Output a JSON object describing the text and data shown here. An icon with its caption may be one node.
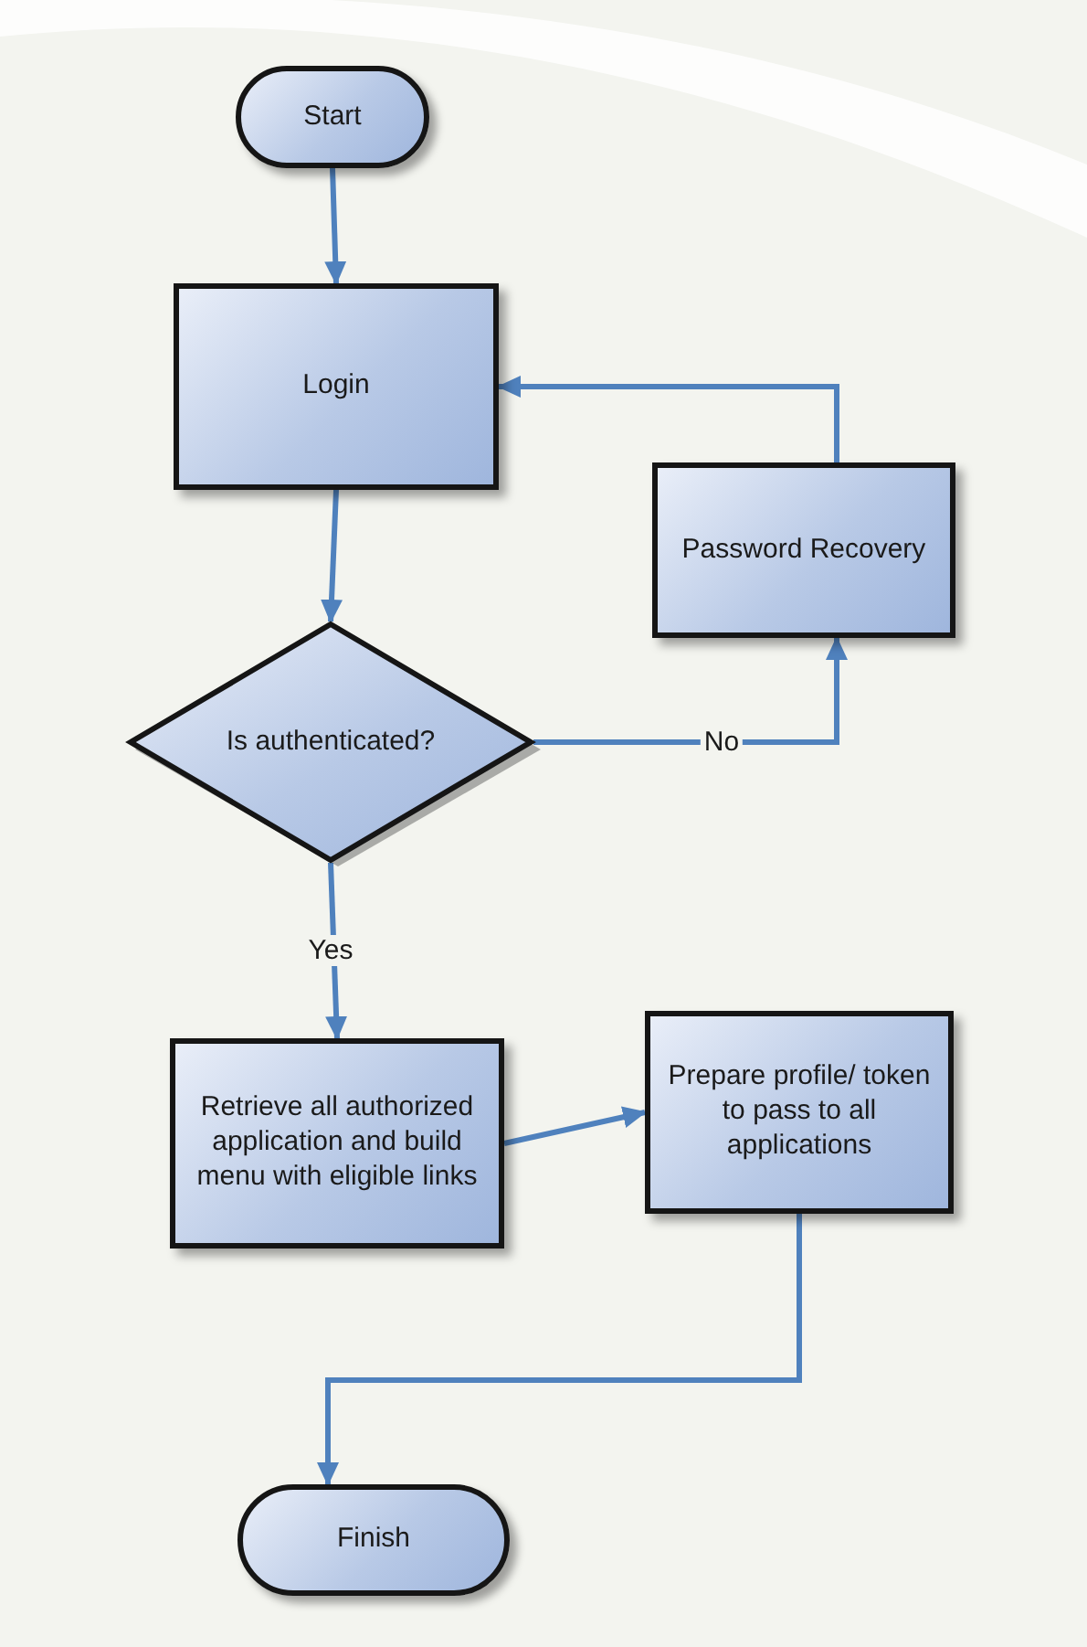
{
  "diagram": {
    "nodes": [
      {
        "text": [
          "Start"
        ]
      },
      {
        "text": [
          "Login"
        ]
      },
      {
        "text": [
          "Password Recovery"
        ]
      },
      {
        "text": [
          "Is authenticated?"
        ]
      },
      {
        "text": [
          "Retrieve all authorized application and build menu with eligible links"
        ]
      },
      {
        "text": [
          "Prepare profile/ token to pass to all applications"
        ]
      },
      {
        "text": [
          "Finish"
        ]
      }
    ],
    "edges": [
      {
        "from": 0,
        "to": 1,
        "arrow": "to"
      },
      {
        "from": 1,
        "to": 3,
        "arrow": "to"
      },
      {
        "from": 3,
        "to": 2,
        "arrow": "to",
        "label": "No"
      },
      {
        "from": 2,
        "to": 1,
        "arrow": "to"
      },
      {
        "from": 3,
        "to": 4,
        "arrow": "to",
        "label": "Yes"
      },
      {
        "from": 4,
        "to": 5,
        "arrow": "to"
      },
      {
        "from": 5,
        "to": 6,
        "arrow": "to"
      }
    ]
  }
}
